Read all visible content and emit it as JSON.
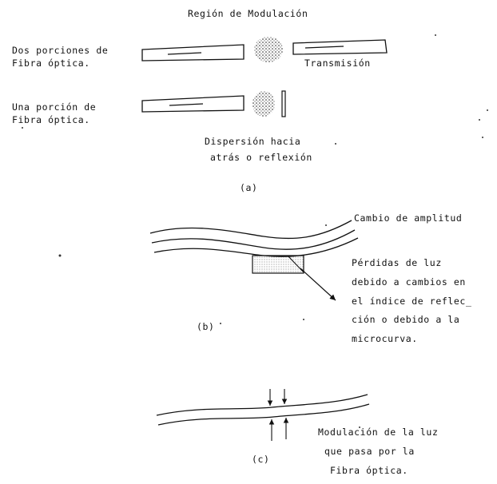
{
  "panel_a": {
    "title": "Región de Modulación",
    "two_portions_line1": "Dos porciones de",
    "two_portions_line2": "Fibra óptica.",
    "transmission": "Transmisión",
    "one_portion_line1": "Una porción de",
    "one_portion_line2": "Fibra óptica.",
    "backscatter_line1": "Dispersión hacia",
    "backscatter_line2": "atrás  o reflexión",
    "caption": "(a)"
  },
  "panel_b": {
    "amplitude_change": "Cambio de amplitud",
    "loss_lines": [
      "Pérdidas de luz",
      "debido a cambios en",
      "el índice de reflec_",
      "ción o debido a la",
      "microcurva."
    ],
    "caption": "(b)"
  },
  "panel_c": {
    "modulation_lines": [
      "Modulación de la luz",
      "que pasa por la",
      "Fibra óptica."
    ],
    "caption": "(c)"
  }
}
